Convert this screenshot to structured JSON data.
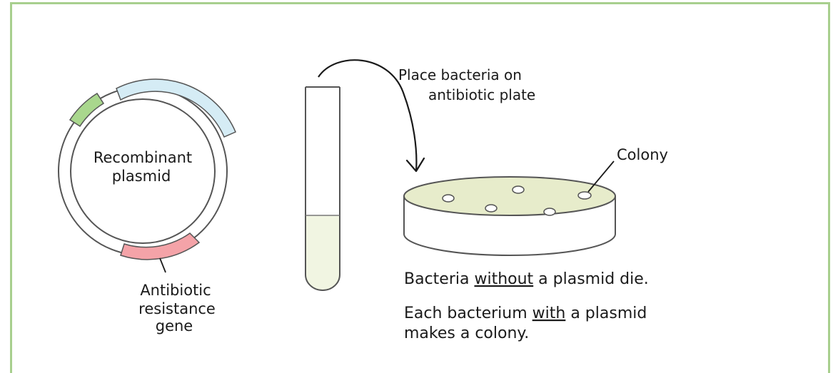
{
  "plasmid": {
    "label_line1": "Recombinant",
    "label_line2": "plasmid",
    "resistance_label_line1": "Antibiotic",
    "resistance_label_line2": "resistance",
    "resistance_label_line3": "gene"
  },
  "arrow": {
    "label_line1": "Place bacteria on",
    "label_line2": "antibiotic plate"
  },
  "plate": {
    "colony_label": "Colony"
  },
  "captions": {
    "line1_before": "Bacteria ",
    "line1_underlined": "without",
    "line1_after": " a plasmid die.",
    "line2_before": "Each bacterium ",
    "line2_underlined": "with",
    "line2_after": " a plasmid",
    "line3": "makes a colony."
  },
  "colors": {
    "border": "#a8cf8e",
    "insert_blue": "#d5ecf5",
    "marker_green": "#a9d78d",
    "resistance_pink": "#f4a3a8",
    "culture_liquid": "#f1f5e2",
    "plate_top": "#e7eccb",
    "ink": "#1a1a1a"
  }
}
